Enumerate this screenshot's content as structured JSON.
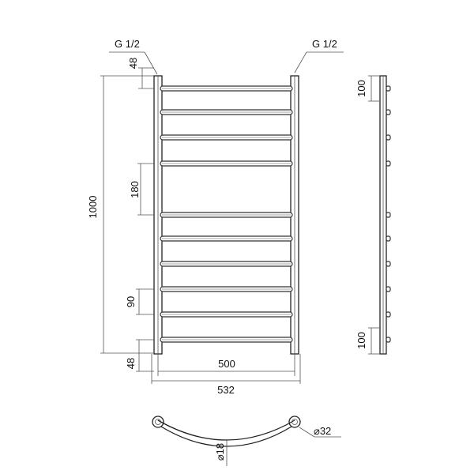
{
  "front_view": {
    "thread_left": "G 1/2",
    "thread_right": "G 1/2",
    "height_total": "1000",
    "offset_top": "48",
    "offset_bottom": "48",
    "spacing_large": "180",
    "spacing_small": "90",
    "axis_width": "500",
    "overall_width": "532",
    "rung_count": 10
  },
  "side_view": {
    "top_spacing": "100",
    "bottom_spacing": "100"
  },
  "top_view": {
    "pipe_diameter": "⌀32",
    "rung_diameter": "⌀18"
  }
}
